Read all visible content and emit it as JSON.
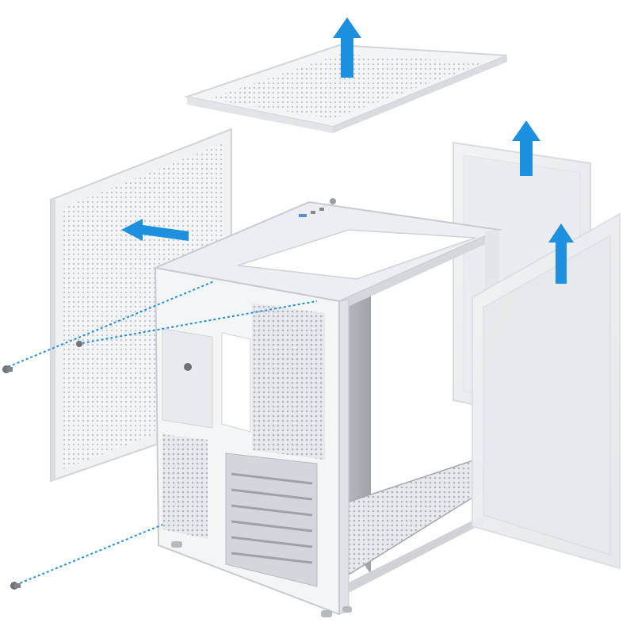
{
  "scene": {
    "subject": "pc-case-exploded-view",
    "colors": {
      "background": "#ffffff",
      "panel": "#f3f4f6",
      "panel_edge": "#d2d5da",
      "mesh_dot": "#c3c7cd",
      "frame": "#eceef1",
      "frame_shadow": "#b9bdc4",
      "interior": "#a9adb3",
      "glass": "#eef0f3",
      "arrow": "#1e90e0",
      "screw": "#6e7278",
      "guide_line": "#1e90e0"
    },
    "arrows": [
      {
        "name": "top-panel-arrow",
        "direction": "up"
      },
      {
        "name": "rear-glass-arrow",
        "direction": "up"
      },
      {
        "name": "front-glass-arrow",
        "direction": "up"
      },
      {
        "name": "side-panel-arrow",
        "direction": "left"
      }
    ],
    "screws": [
      {
        "name": "screw-upper"
      },
      {
        "name": "screw-lower"
      }
    ]
  }
}
